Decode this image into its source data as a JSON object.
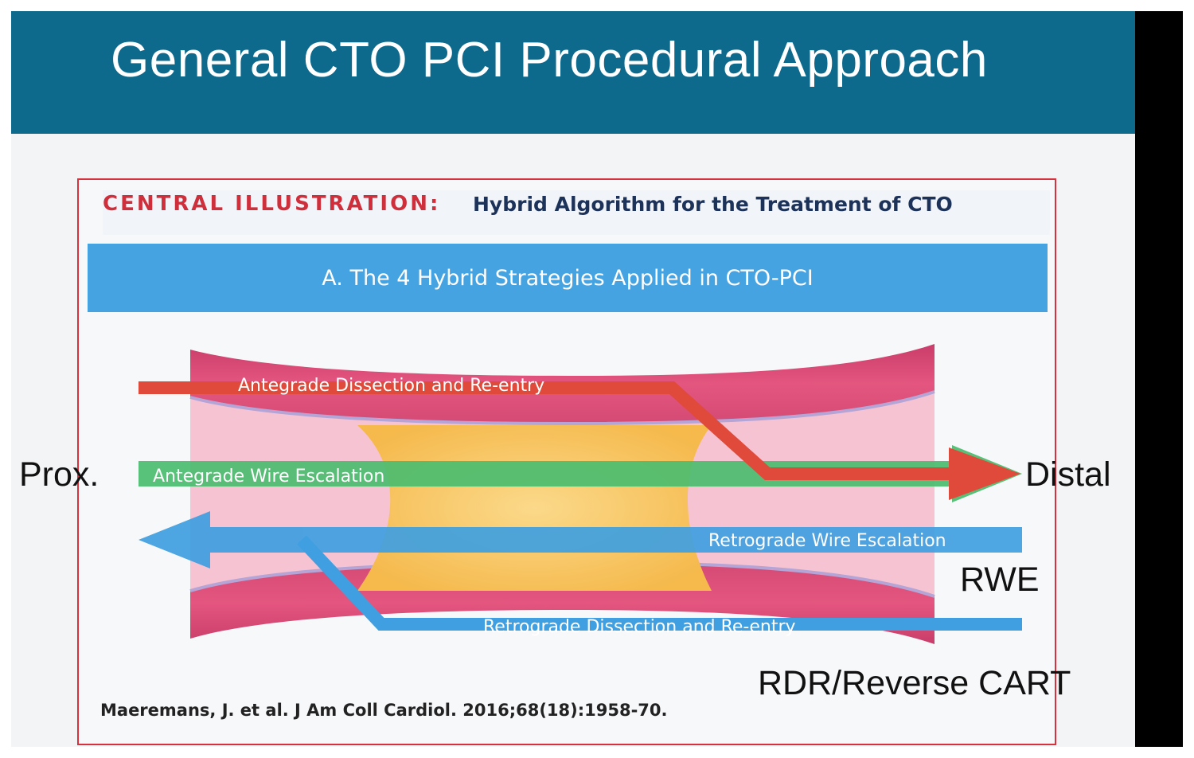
{
  "slide": {
    "title": "General CTO PCI Procedural Approach",
    "colors": {
      "header": "#0e6a8c",
      "frame": "#d7313e",
      "section_bar": "#46a3e2",
      "vessel_wall": "#e4567f",
      "lumen": "#f6c3d3",
      "occlusion": "#f7c25e",
      "adr_arrow": "#e04a3a",
      "awe_arrow": "#4bbd6f",
      "retro_arrow": "#3f9fe0"
    }
  },
  "illustration": {
    "label": "CENTRAL ILLUSTRATION:",
    "heading": "Hybrid Algorithm for the Treatment of CTO",
    "section_title": "A. The 4 Hybrid Strategies Applied in CTO-PCI",
    "strategies": {
      "adr": "Antegrade Dissection and Re-entry",
      "awe": "Antegrade Wire Escalation",
      "rwe": "Retrograde Wire Escalation",
      "rdr": "Retrograde Dissection and Re-entry"
    },
    "annotations": {
      "prox": "Prox.",
      "distal": "Distal",
      "rwe": "RWE",
      "rdr": "RDR/Reverse CART"
    },
    "citation": "Maeremans, J. et al. J Am Coll Cardiol. 2016;68(18):1958-70."
  }
}
